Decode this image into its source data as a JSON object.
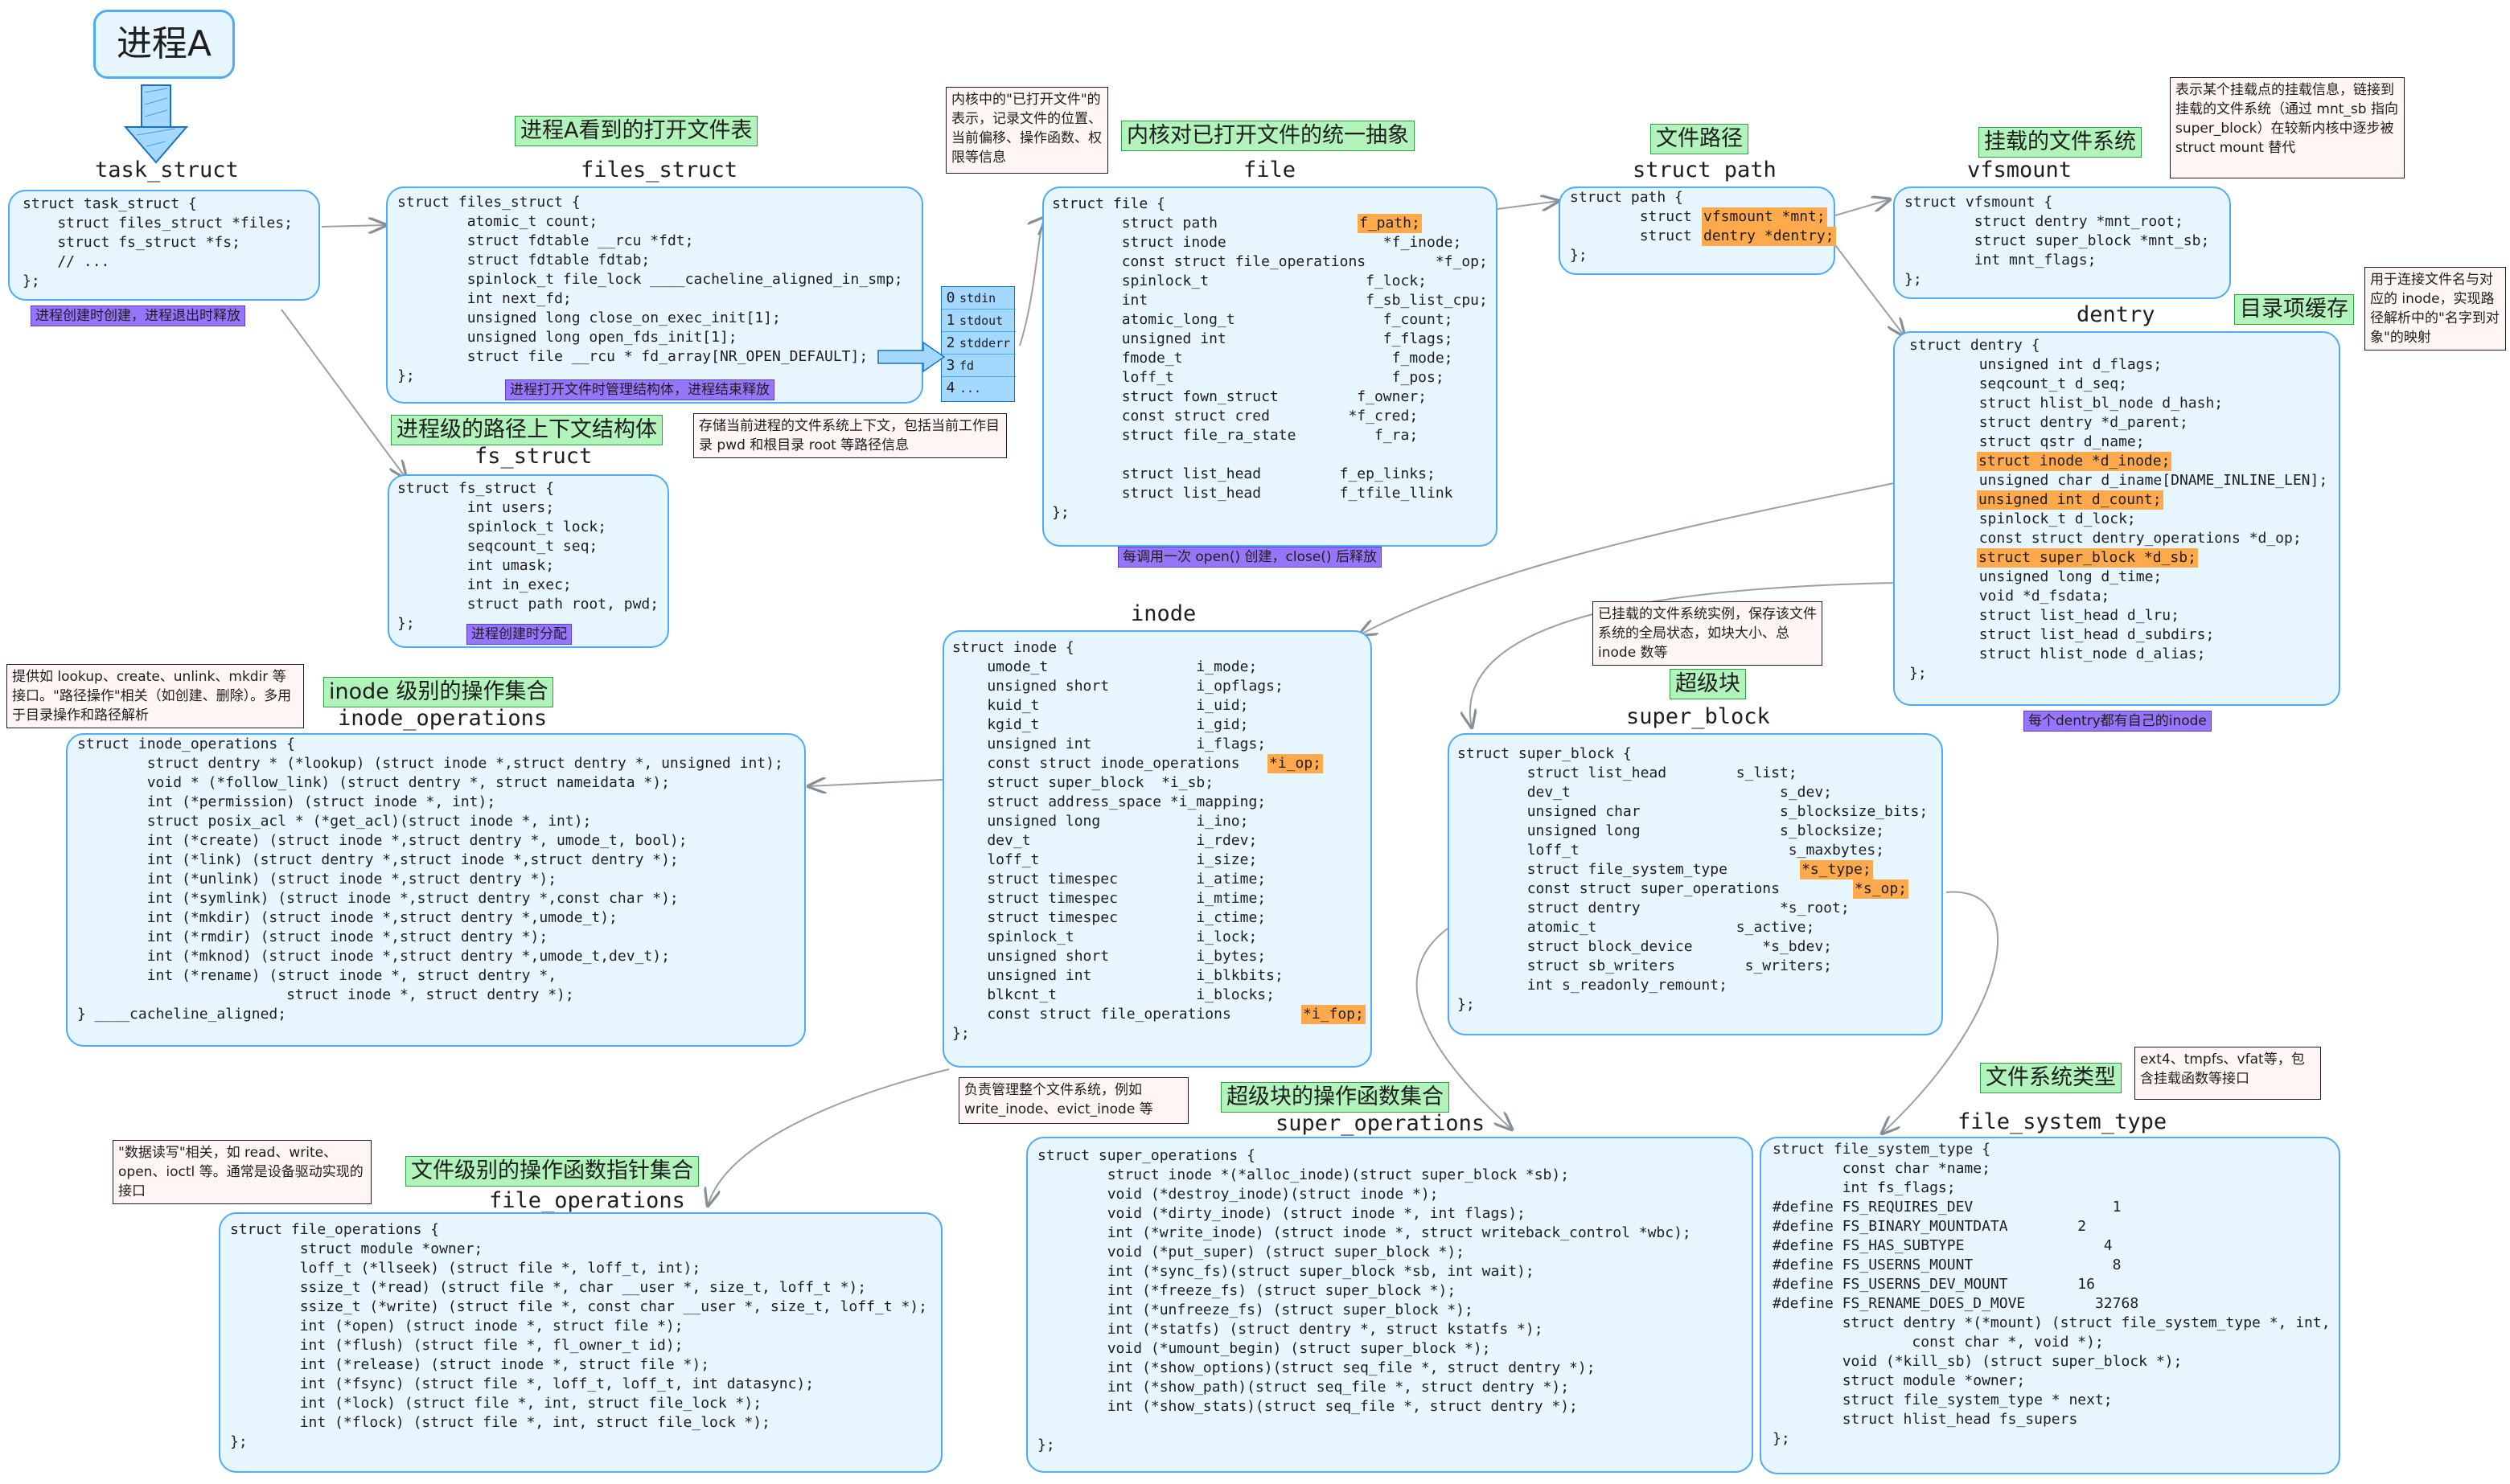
{
  "process": {
    "title": "进程A"
  },
  "task_struct": {
    "title": "task_struct",
    "code": "struct task_struct {\n    struct files_struct *files;\n    struct fs_struct *fs;\n    // ...\n};",
    "note": "进程创建时创建，进程退出时释放"
  },
  "files_struct": {
    "tag": "进程A看到的打开文件表",
    "title": "files_struct",
    "code": "struct files_struct {\n        atomic_t count;\n        struct fdtable __rcu *fdt;\n        struct fdtable fdtab;\n        spinlock_t file_lock ____cacheline_aligned_in_smp;\n        int next_fd;\n        unsigned long close_on_exec_init[1];\n        unsigned long open_fds_init[1];\n        struct file __rcu * fd_array[NR_OPEN_DEFAULT];\n};",
    "note": "进程打开文件时管理结构体，进程结束释放"
  },
  "fd_array": [
    {
      "num": "0",
      "label": "stdin"
    },
    {
      "num": "1",
      "label": "stdout"
    },
    {
      "num": "2",
      "label": "stdderr"
    },
    {
      "num": "3",
      "label": "fd"
    },
    {
      "num": "4",
      "label": "..."
    }
  ],
  "fs_struct": {
    "tag": "进程级的路径上下文结构体",
    "desc": "存储当前进程的文件系统上下文，包括当前工作目录 pwd 和根目录 root 等路径信息",
    "title": "fs_struct",
    "code": "struct fs_struct {\n        int users;\n        spinlock_t lock;\n        seqcount_t seq;\n        int umask;\n        int in_exec;\n        struct path root, pwd;\n};",
    "note": "进程创建时分配"
  },
  "file": {
    "desc": "内核中的\"已打开文件\"的表示，记录文件的位置、当前偏移、操作函数、权限等信息",
    "tag": "内核对已打开文件的统一抽象",
    "title": "file",
    "code": "struct file {\n        struct path\n        struct inode                  *f_inode;\n        const struct file_operations        *f_op;\n        spinlock_t                  f_lock;\n        int                         f_sb_list_cpu;\n        atomic_long_t                 f_count;\n        unsigned int                  f_flags;\n        fmode_t                        f_mode;\n        loff_t                         f_pos;\n        struct fown_struct         f_owner;\n        const struct cred         *f_cred;\n        struct file_ra_state         f_ra;\n\n        struct list_head         f_ep_links;\n        struct list_head         f_tfile_llink\n};",
    "hl_path": "f_path;",
    "note": "每调用一次 open() 创建，close() 后释放"
  },
  "path": {
    "tag": "文件路径",
    "title": "struct path",
    "code": "struct path {\n        struct\n        struct\n};",
    "hl_mnt": "vfsmount *mnt;",
    "hl_dentry": "dentry *dentry;"
  },
  "vfsmount": {
    "tag": "挂载的文件系统",
    "desc": "表示某个挂载点的挂载信息，链接到挂载的文件系统（通过 mnt_sb 指向 super_block）在较新内核中逐步被 struct mount 替代",
    "title": "vfsmount",
    "code": "struct vfsmount {\n        struct dentry *mnt_root;\n        struct super_block *mnt_sb;\n        int mnt_flags;\n};"
  },
  "dentry": {
    "tag": "目录项缓存",
    "desc": "用于连接文件名与对应的 inode，实现路径解析中的\"名字到对象\"的映射",
    "title": "dentry",
    "code": "struct dentry {\n        unsigned int d_flags;\n        seqcount_t d_seq;\n        struct hlist_bl_node d_hash;\n        struct dentry *d_parent;\n        struct qstr d_name;\n\n        unsigned char d_iname[DNAME_INLINE_LEN];\n\n        spinlock_t d_lock;\n        const struct dentry_operations *d_op;\n\n        unsigned long d_time;\n        void *d_fsdata;\n        struct list_head d_lru;\n        struct list_head d_subdirs;\n        struct hlist_node d_alias;\n};",
    "hl_inode": "struct inode *d_inode;",
    "hl_count": "unsigned int d_count;",
    "hl_sb": "struct super_block *d_sb;",
    "note": "每个dentry都有自己的inode"
  },
  "inode": {
    "title": "inode",
    "code": "struct inode {\n    umode_t                 i_mode;\n    unsigned short          i_opflags;\n    kuid_t                  i_uid;\n    kgid_t                  i_gid;\n    unsigned int            i_flags;\n    const struct inode_operations\n    struct super_block  *i_sb;\n    struct address_space *i_mapping;\n    unsigned long           i_ino;\n    dev_t                   i_rdev;\n    loff_t                  i_size;\n    struct timespec         i_atime;\n    struct timespec         i_mtime;\n    struct timespec         i_ctime;\n    spinlock_t              i_lock;\n    unsigned short          i_bytes;\n    unsigned int            i_blkbits;\n    blkcnt_t                i_blocks;\n    const struct file_operations\n};",
    "hl_op": "*i_op;",
    "hl_fop": "*i_fop;"
  },
  "super_block": {
    "desc": "已挂载的文件系统实例，保存该文件系统的全局状态，如块大小、总 inode 数等",
    "tag": "超级块",
    "title": "super_block",
    "code": "struct super_block {\n        struct list_head        s_list;\n        dev_t                        s_dev;\n        unsigned char                s_blocksize_bits;\n        unsigned long                s_blocksize;\n        loff_t                        s_maxbytes;\n        struct file_system_type\n        const struct super_operations\n        struct dentry                *s_root;\n        atomic_t                s_active;\n        struct block_device        *s_bdev;\n        struct sb_writers        s_writers;\n        int s_readonly_remount;\n};",
    "hl_type": "*s_type;",
    "hl_op": "*s_op;"
  },
  "inode_operations": {
    "desc": "提供如 lookup、create、unlink、mkdir 等接口。\"路径操作\"相关（如创建、删除）。多用于目录操作和路径解析",
    "tag": "inode 级别的操作集合",
    "title": "inode_operations",
    "code": "struct inode_operations {\n        struct dentry * (*lookup) (struct inode *,struct dentry *, unsigned int);\n        void * (*follow_link) (struct dentry *, struct nameidata *);\n        int (*permission) (struct inode *, int);\n        struct posix_acl * (*get_acl)(struct inode *, int);\n        int (*create) (struct inode *,struct dentry *, umode_t, bool);\n        int (*link) (struct dentry *,struct inode *,struct dentry *);\n        int (*unlink) (struct inode *,struct dentry *);\n        int (*symlink) (struct inode *,struct dentry *,const char *);\n        int (*mkdir) (struct inode *,struct dentry *,umode_t);\n        int (*rmdir) (struct inode *,struct dentry *);\n        int (*mknod) (struct inode *,struct dentry *,umode_t,dev_t);\n        int (*rename) (struct inode *, struct dentry *,\n                        struct inode *, struct dentry *);\n} ____cacheline_aligned;"
  },
  "file_operations": {
    "desc": "\"数据读写\"相关，如 read、write、open、ioctl 等。通常是设备驱动实现的接口",
    "tag": "文件级别的操作函数指针集合",
    "title": "file_operations",
    "code": "struct file_operations {\n        struct module *owner;\n        loff_t (*llseek) (struct file *, loff_t, int);\n        ssize_t (*read) (struct file *, char __user *, size_t, loff_t *);\n        ssize_t (*write) (struct file *, const char __user *, size_t, loff_t *);\n        int (*open) (struct inode *, struct file *);\n        int (*flush) (struct file *, fl_owner_t id);\n        int (*release) (struct inode *, struct file *);\n        int (*fsync) (struct file *, loff_t, loff_t, int datasync);\n        int (*lock) (struct file *, int, struct file_lock *);\n        int (*flock) (struct file *, int, struct file_lock *);\n};"
  },
  "super_operations": {
    "desc": "负责管理整个文件系统，例如 write_inode、evict_inode 等",
    "tag": "超级块的操作函数集合",
    "title": "super_operations",
    "code": "struct super_operations {\n        struct inode *(*alloc_inode)(struct super_block *sb);\n        void (*destroy_inode)(struct inode *);\n        void (*dirty_inode) (struct inode *, int flags);\n        int (*write_inode) (struct inode *, struct writeback_control *wbc);\n        void (*put_super) (struct super_block *);\n        int (*sync_fs)(struct super_block *sb, int wait);\n        int (*freeze_fs) (struct super_block *);\n        int (*unfreeze_fs) (struct super_block *);\n        int (*statfs) (struct dentry *, struct kstatfs *);\n        void (*umount_begin) (struct super_block *);\n        int (*show_options)(struct seq_file *, struct dentry *);\n        int (*show_path)(struct seq_file *, struct dentry *);\n        int (*show_stats)(struct seq_file *, struct dentry *);\n\n};"
  },
  "file_system_type": {
    "tag": "文件系统类型",
    "desc": "ext4、tmpfs、vfat等，包含挂载函数等接口",
    "title": "file_system_type",
    "code": "struct file_system_type {\n        const char *name;\n        int fs_flags;\n#define FS_REQUIRES_DEV                1\n#define FS_BINARY_MOUNTDATA        2\n#define FS_HAS_SUBTYPE                4\n#define FS_USERNS_MOUNT                8\n#define FS_USERNS_DEV_MOUNT        16\n#define FS_RENAME_DOES_D_MOVE        32768\n        struct dentry *(*mount) (struct file_system_type *, int,\n                const char *, void *);\n        void (*kill_sb) (struct super_block *);\n        struct module *owner;\n        struct file_system_type * next;\n        struct hlist_head fs_supers\n};"
  }
}
